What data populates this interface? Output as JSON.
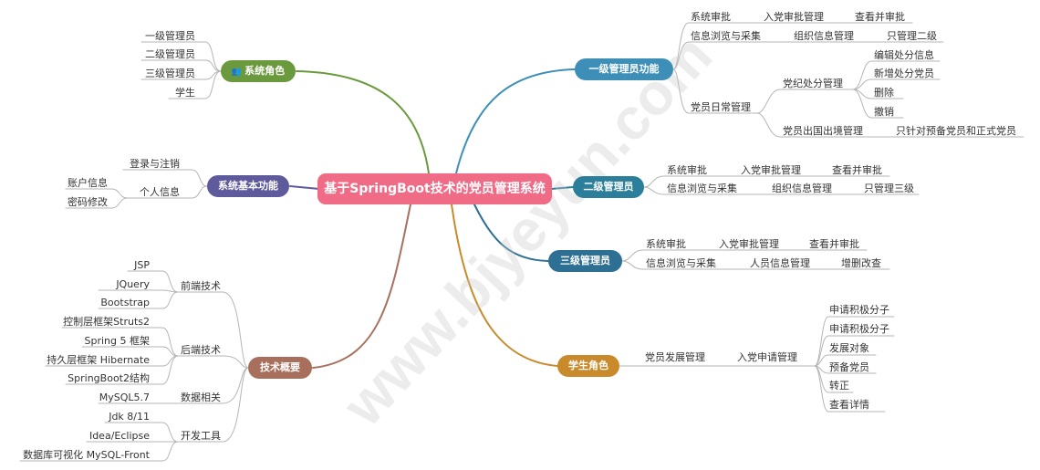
{
  "root": "基于SpringBoot技术的党员管理系统",
  "watermark": "www.bjyeyun.com",
  "branches": {
    "roles": {
      "label": "系统角色",
      "icon": "people-icon",
      "items": [
        "一级管理员",
        "二级管理员",
        "三级管理员",
        "学生"
      ]
    },
    "basic": {
      "label": "系统基本功能",
      "login": "登录与注销",
      "personal": "个人信息",
      "account": "账户信息",
      "password": "密码修改"
    },
    "tech": {
      "label": "技术概要",
      "frontend": {
        "label": "前端技术",
        "items": [
          "JSP",
          "JQuery",
          "Bootstrap"
        ]
      },
      "backend": {
        "label": "后端技术",
        "items": [
          "控制层框架Struts2",
          "Spring 5 框架",
          "持久层框架 Hibernate",
          "SpringBoot2结构"
        ]
      },
      "data": {
        "label": "数据相关",
        "items": [
          "MySQL5.7"
        ]
      },
      "dev": {
        "label": "开发工具",
        "items": [
          "Jdk 8/11",
          "Idea/Eclipse",
          "数据库可视化 MySQL-Front"
        ]
      }
    },
    "admin1": {
      "label": "一级管理员功能",
      "audit": "系统审批",
      "party_audit": "入党审批管理",
      "view_approve": "查看并审批",
      "browse": "信息浏览与采集",
      "org_mgmt": "组织信息管理",
      "only2": "只管理二级",
      "daily": "党员日常管理",
      "discipline": "党纪处分管理",
      "disc_items": [
        "编辑处分信息",
        "新增处分党员",
        "删除",
        "撤销"
      ],
      "abroad": "党员出国出境管理",
      "abroad_note": "只针对预备党员和正式党员"
    },
    "admin2": {
      "label": "二级管理员",
      "audit": "系统审批",
      "party_audit": "入党审批管理",
      "view_approve": "查看并审批",
      "browse": "信息浏览与采集",
      "org_mgmt": "组织信息管理",
      "only3": "只管理三级"
    },
    "admin3": {
      "label": "三级管理员",
      "audit": "系统审批",
      "party_audit": "入党审批管理",
      "view_approve": "查看并审批",
      "browse": "信息浏览与采集",
      "person_mgmt": "人员信息管理",
      "crud": "增删改查"
    },
    "student": {
      "label": "学生角色",
      "develop": "党员发展管理",
      "apply_mgmt": "入党申请管理",
      "items": [
        "申请积极分子",
        "申请积极分子",
        "发展对象",
        "预备党员",
        "转正",
        "查看详情"
      ]
    }
  },
  "colors": {
    "root": "#f06b85",
    "roles": "#6b9a3e",
    "basic": "#5e5a9c",
    "tech": "#a8705c",
    "admin1": "#3d8fb8",
    "admin2": "#2c7f9a",
    "admin3": "#2e6f94",
    "student": "#c98a2c"
  }
}
